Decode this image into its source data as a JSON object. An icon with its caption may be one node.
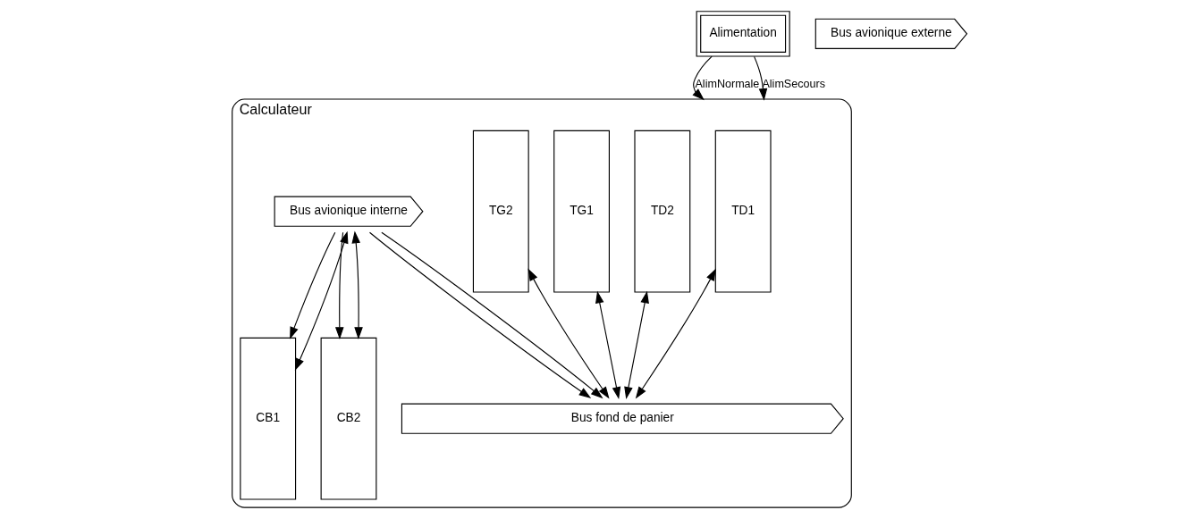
{
  "diagram": {
    "nodes": [
      {
        "text": [
          "Alimentation"
        ]
      },
      {
        "text": [
          "Calculateur"
        ]
      },
      {
        "text": [
          "TD1"
        ],
        "in": 1
      },
      {
        "text": [
          "TD2"
        ],
        "in": 1
      },
      {
        "text": [
          "TG1"
        ],
        "in": 1
      },
      {
        "text": [
          "TG2"
        ],
        "in": 1
      },
      {
        "text": [
          "CB1"
        ],
        "in": 1
      },
      {
        "text": [
          "CB2"
        ],
        "in": 1
      },
      {
        "text": [
          "Bus avionique interne"
        ],
        "in": 1
      },
      {
        "text": [
          "Bus fond de panier"
        ],
        "in": 1
      },
      {
        "text": [
          "Bus avionique externe"
        ]
      }
    ],
    "edges": [
      {
        "from": 0,
        "to": 1,
        "arrow": "to",
        "label": "AlimNormale"
      },
      {
        "from": 0,
        "to": 1,
        "arrow": "to",
        "label": "AlimSecours"
      },
      {
        "from": 2,
        "to": 9,
        "arrow": "both"
      },
      {
        "from": 3,
        "to": 9,
        "arrow": "both"
      },
      {
        "from": 4,
        "to": 9,
        "arrow": "both"
      },
      {
        "from": 5,
        "to": 9,
        "arrow": "both"
      },
      {
        "from": 8,
        "to": 6,
        "arrow": "to"
      },
      {
        "from": 6,
        "to": 8,
        "arrow": "both"
      },
      {
        "from": 8,
        "to": 7,
        "arrow": "to"
      },
      {
        "from": 7,
        "to": 8,
        "arrow": "both"
      },
      {
        "from": 8,
        "to": 9,
        "arrow": "to"
      },
      {
        "from": 8,
        "to": 9,
        "arrow": "to"
      }
    ]
  }
}
